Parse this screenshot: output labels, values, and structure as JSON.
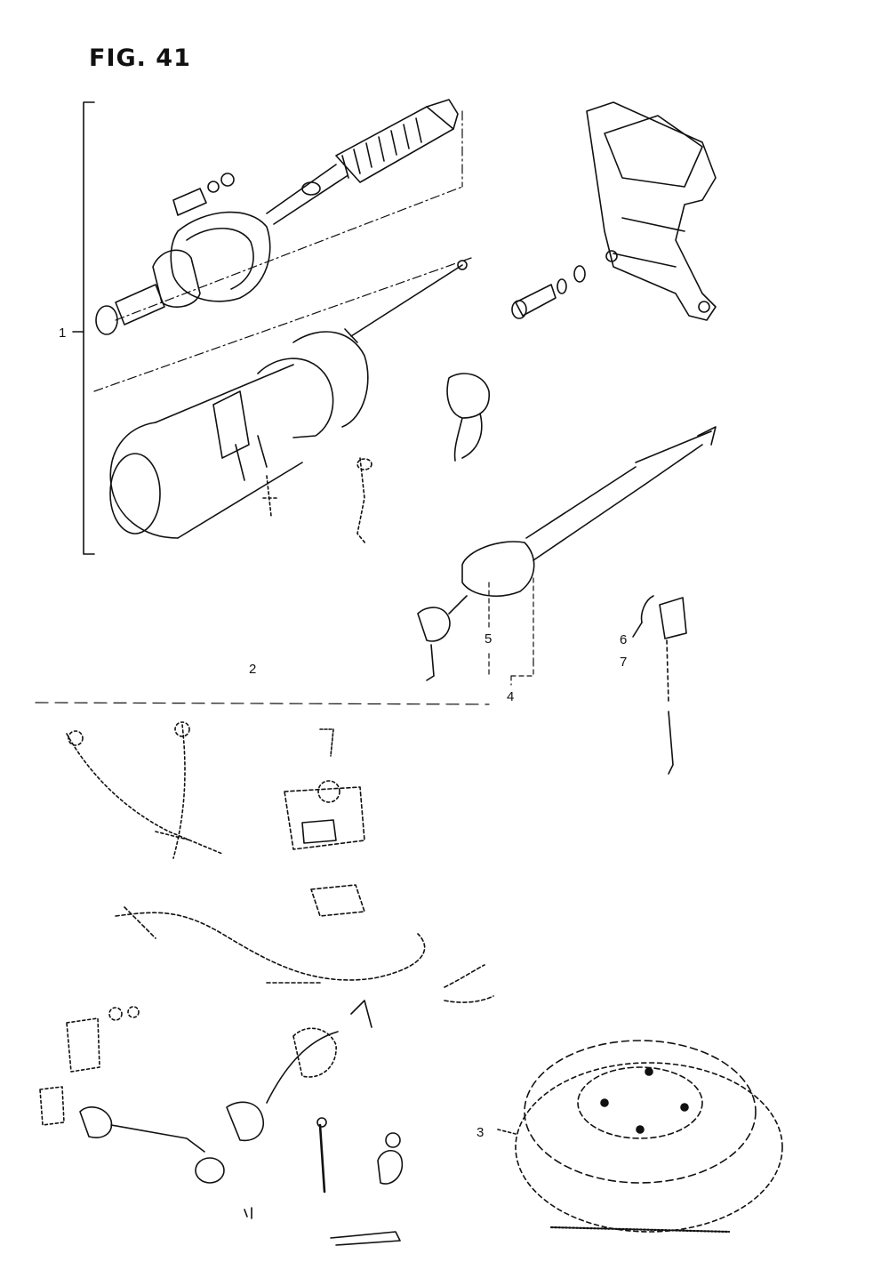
{
  "figure": {
    "title": "FIG. 41",
    "callouts": [
      "1",
      "2",
      "3",
      "4",
      "5",
      "6",
      "7"
    ]
  }
}
